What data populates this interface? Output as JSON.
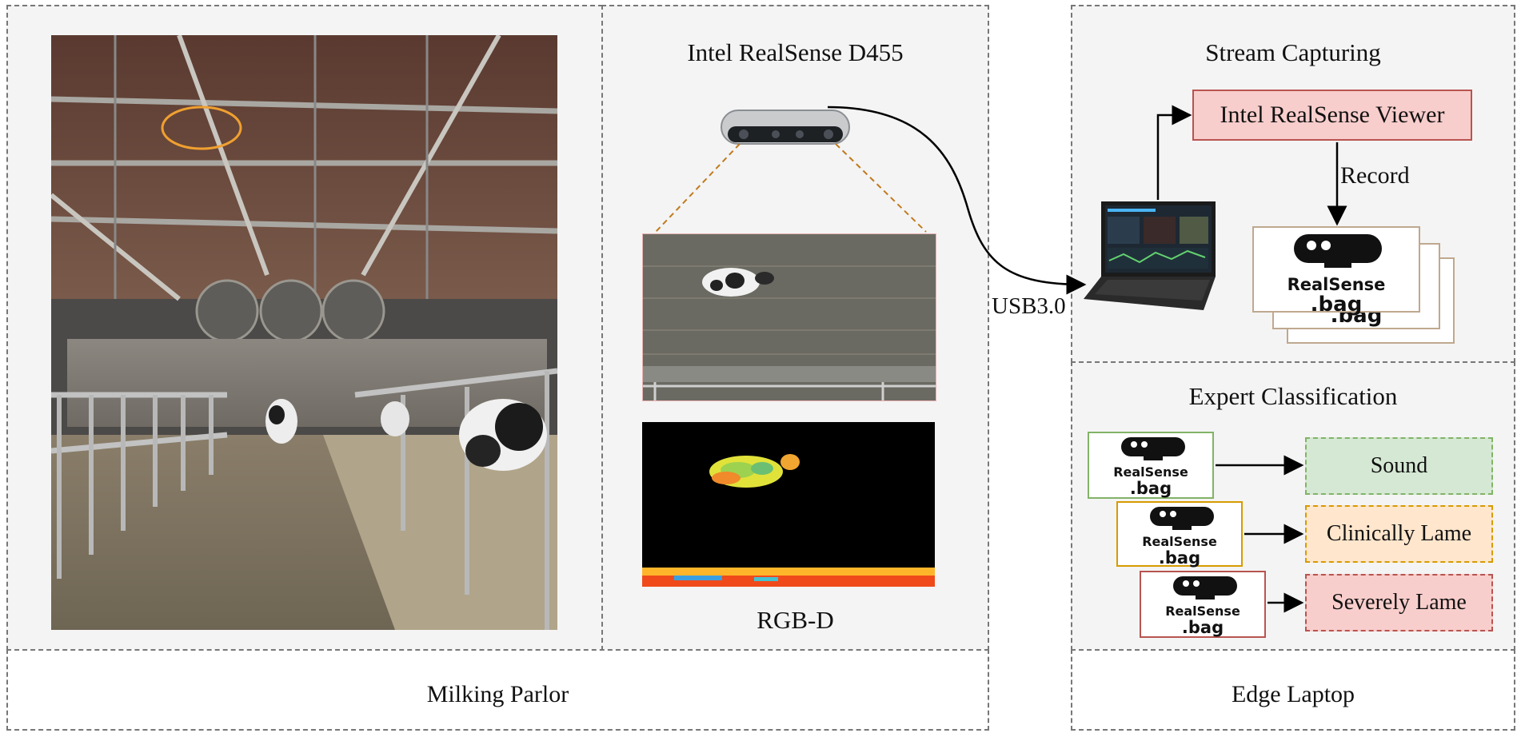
{
  "sections": {
    "milking_parlor": "Milking Parlor",
    "edge_laptop": "Edge Laptop",
    "camera_title": "Intel RealSense D455",
    "rgbd_label": "RGB-D",
    "stream_title": "Stream Capturing",
    "expert_title": "Expert Classification"
  },
  "connection": {
    "usb_label": "USB3.0"
  },
  "viewer": {
    "label": "Intel RealSense Viewer",
    "record_label": "Record"
  },
  "bag": {
    "brand": "RealSense",
    "ext": ".bag"
  },
  "classes": [
    {
      "name": "Sound",
      "fill": "#d5e8d4",
      "stroke": "#82b366"
    },
    {
      "name": "Clinically Lame",
      "fill": "#ffe6cc",
      "stroke": "#d79b00"
    },
    {
      "name": "Severely Lame",
      "fill": "#f8cecc",
      "stroke": "#b85450"
    }
  ],
  "colors": {
    "section_fill": "#f4f4f4",
    "viewer_fill": "#f8cecc",
    "viewer_stroke": "#b85450",
    "camera_lines": "#c07a1e",
    "card_stroke_stack": "#bfa88f"
  }
}
